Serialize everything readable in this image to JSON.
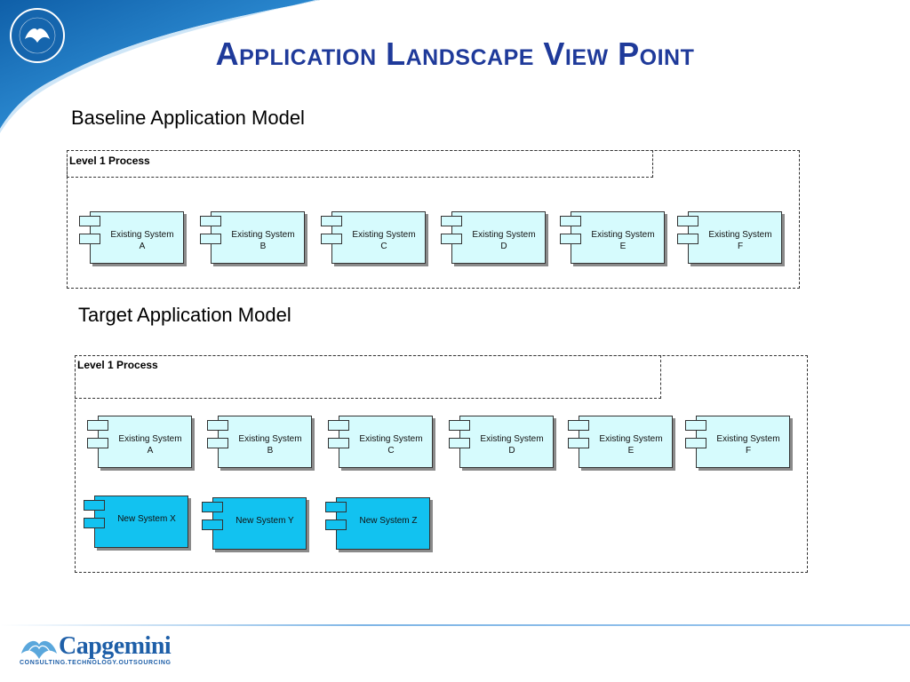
{
  "slide": {
    "title": "Application Landscape View Point",
    "brand_color": "#1f3a9a"
  },
  "baseline": {
    "heading": "Baseline Application Model",
    "process_label": "Level 1 Process",
    "systems": [
      {
        "line1": "Existing System",
        "line2": "A"
      },
      {
        "line1": "Existing System",
        "line2": "B"
      },
      {
        "line1": "Existing System",
        "line2": "C"
      },
      {
        "line1": "Existing System",
        "line2": "D"
      },
      {
        "line1": "Existing System",
        "line2": "E"
      },
      {
        "line1": "Existing System",
        "line2": "F"
      }
    ]
  },
  "target": {
    "heading": "Target Application Model",
    "process_label": "Level 1 Process",
    "existing": [
      {
        "line1": "Existing System",
        "line2": "A"
      },
      {
        "line1": "Existing System",
        "line2": "B"
      },
      {
        "line1": "Existing System",
        "line2": "C"
      },
      {
        "line1": "Existing System",
        "line2": "D"
      },
      {
        "line1": "Existing System",
        "line2": "E"
      },
      {
        "line1": "Existing System",
        "line2": "F"
      }
    ],
    "new_systems": [
      {
        "label": "New System X"
      },
      {
        "label": "New System Y"
      },
      {
        "label": "New System Z"
      }
    ]
  },
  "footer": {
    "logo_text": "Capgemini",
    "tagline": "CONSULTING.TECHNOLOGY.OUTSOURCING"
  },
  "colors": {
    "existing_fill": "#d6fbfd",
    "new_fill": "#12c2f0",
    "corner_blue": "#1a78c2"
  }
}
